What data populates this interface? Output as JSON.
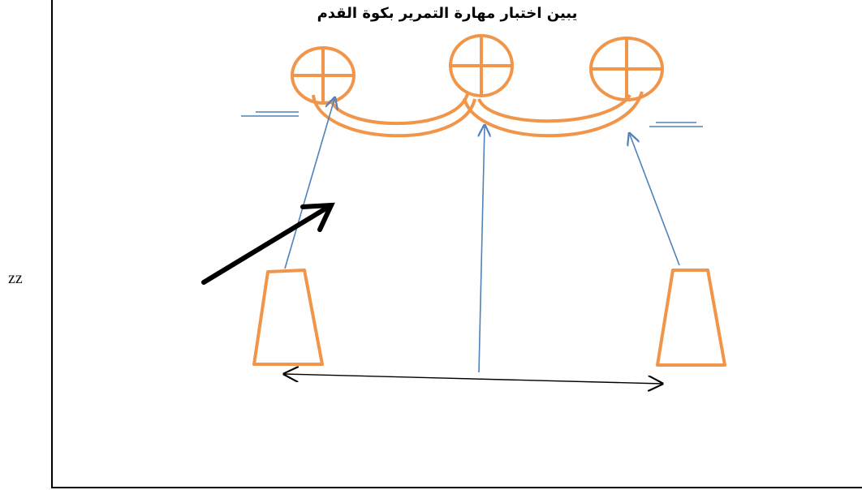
{
  "diagram": {
    "title": "يبين اختبار مهارة التمرير بكوة القدم",
    "side_label": "zz",
    "colors": {
      "cone": "#f0954a",
      "flight_line": "#4f81bd",
      "frame": "#000000",
      "direction_arrow": "#000000"
    },
    "elements": {
      "balls": 3,
      "cones": 2
    }
  }
}
